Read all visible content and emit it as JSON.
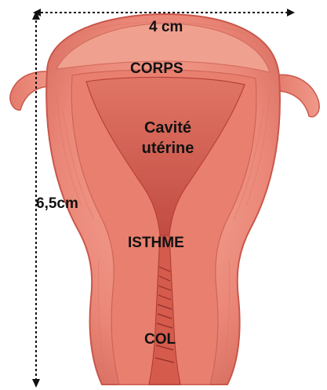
{
  "labels": {
    "width": "4 cm",
    "height": "6,5cm",
    "corps": "CORPS",
    "cavite_line1": "Cavité",
    "cavite_line2": "utérine",
    "isthme": "ISTHME",
    "col": "COL"
  },
  "colors": {
    "tissue": "#ea8677",
    "tissue_light": "#f3a497",
    "tissue_dark": "#c9574b",
    "cavity": "#d9604f",
    "cavity_deep": "#b8403a",
    "arrow": "#111111"
  }
}
